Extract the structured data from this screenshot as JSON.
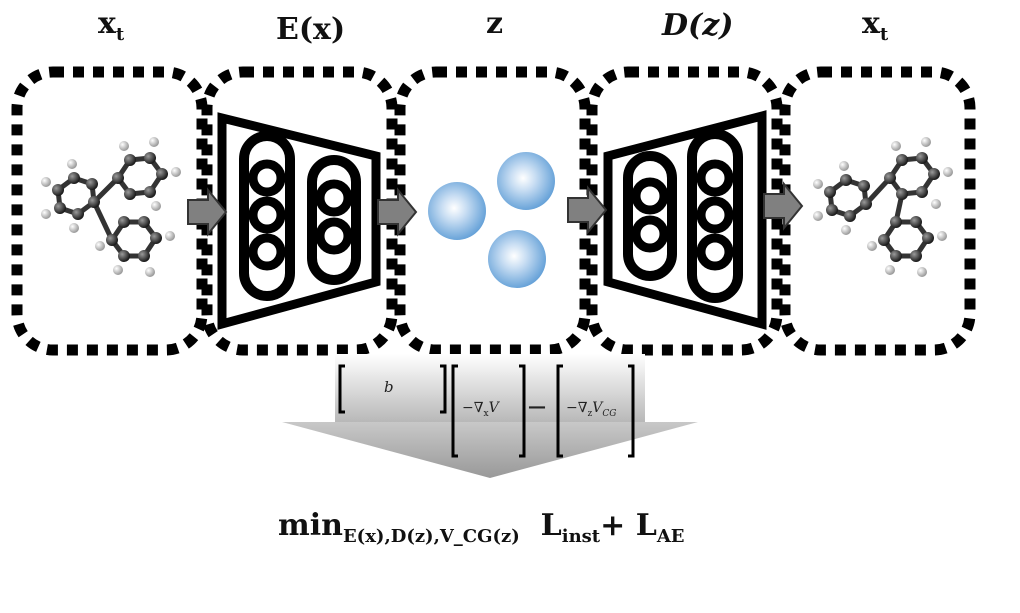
{
  "labels": {
    "input_x": "x",
    "input_sub": "t",
    "encoder": "E(x)",
    "latent": "z",
    "decoder": "D(z)",
    "output_x": "x",
    "output_sub": "t"
  },
  "bracket_terms": {
    "b": "b",
    "grad_x": "−∇ₓV",
    "minus": "—",
    "grad_z": "−∇_z V_CG"
  },
  "objective": {
    "min": "min",
    "min_sub": "E(x),D(z),V_CG(z)",
    "l_inst": "L",
    "l_inst_sub": "inst",
    "plus": "+ L",
    "l_ae_sub": "AE"
  },
  "colors": {
    "dotted_border": "#000000",
    "arrow": "#808080",
    "sphere": "#5b9bd5",
    "funnel": "#d0d0d0"
  },
  "icons": [
    "molecule-icon",
    "encoder-network-icon",
    "latent-spheres-icon",
    "decoder-network-icon",
    "molecule-icon",
    "arrow-right-icon"
  ]
}
